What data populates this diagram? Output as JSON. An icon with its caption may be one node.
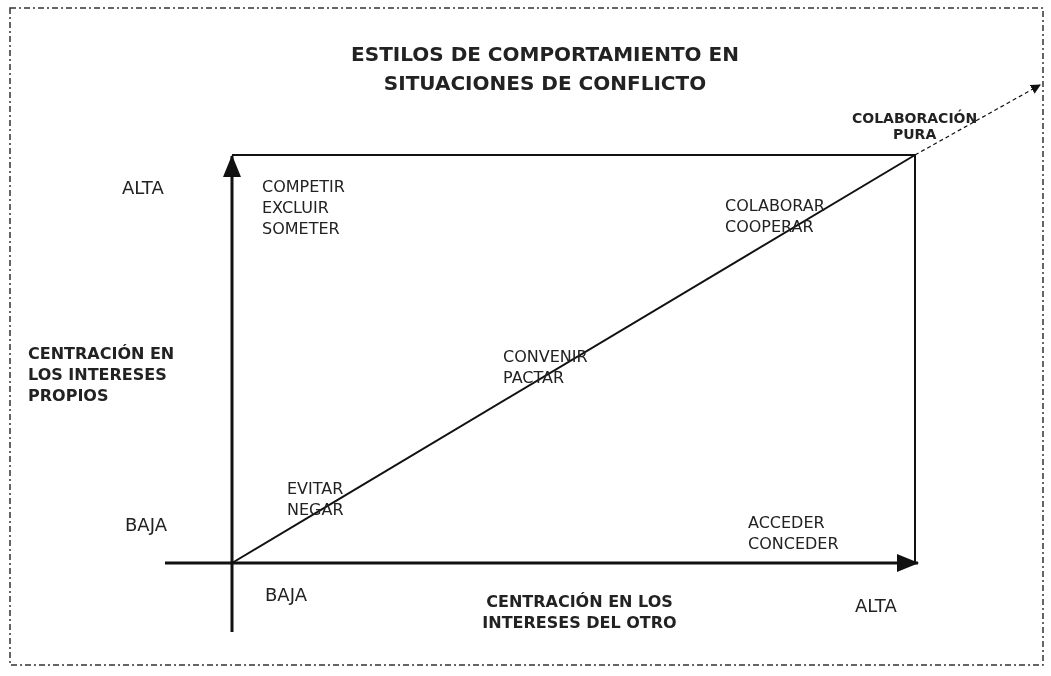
{
  "diagram": {
    "title": "ESTILOS DE COMPORTAMIENTO EN SITUACIONES DE CONFLICTO",
    "labels": [
      "COLABORACIÓN PURA",
      "ALTA",
      "COMPETIR EXCLUIR SOMETER",
      "COLABORAR COOPERAR",
      "CENTRACIÓN EN LOS INTERESES PROPIOS",
      "CONVENIR PACTAR",
      "EVITAR NEGAR",
      "BAJA",
      "ACCEDER CONCEDER",
      "BAJA",
      "CENTRACIÓN EN LOS INTERESES DEL OTRO",
      "ALTA"
    ]
  }
}
